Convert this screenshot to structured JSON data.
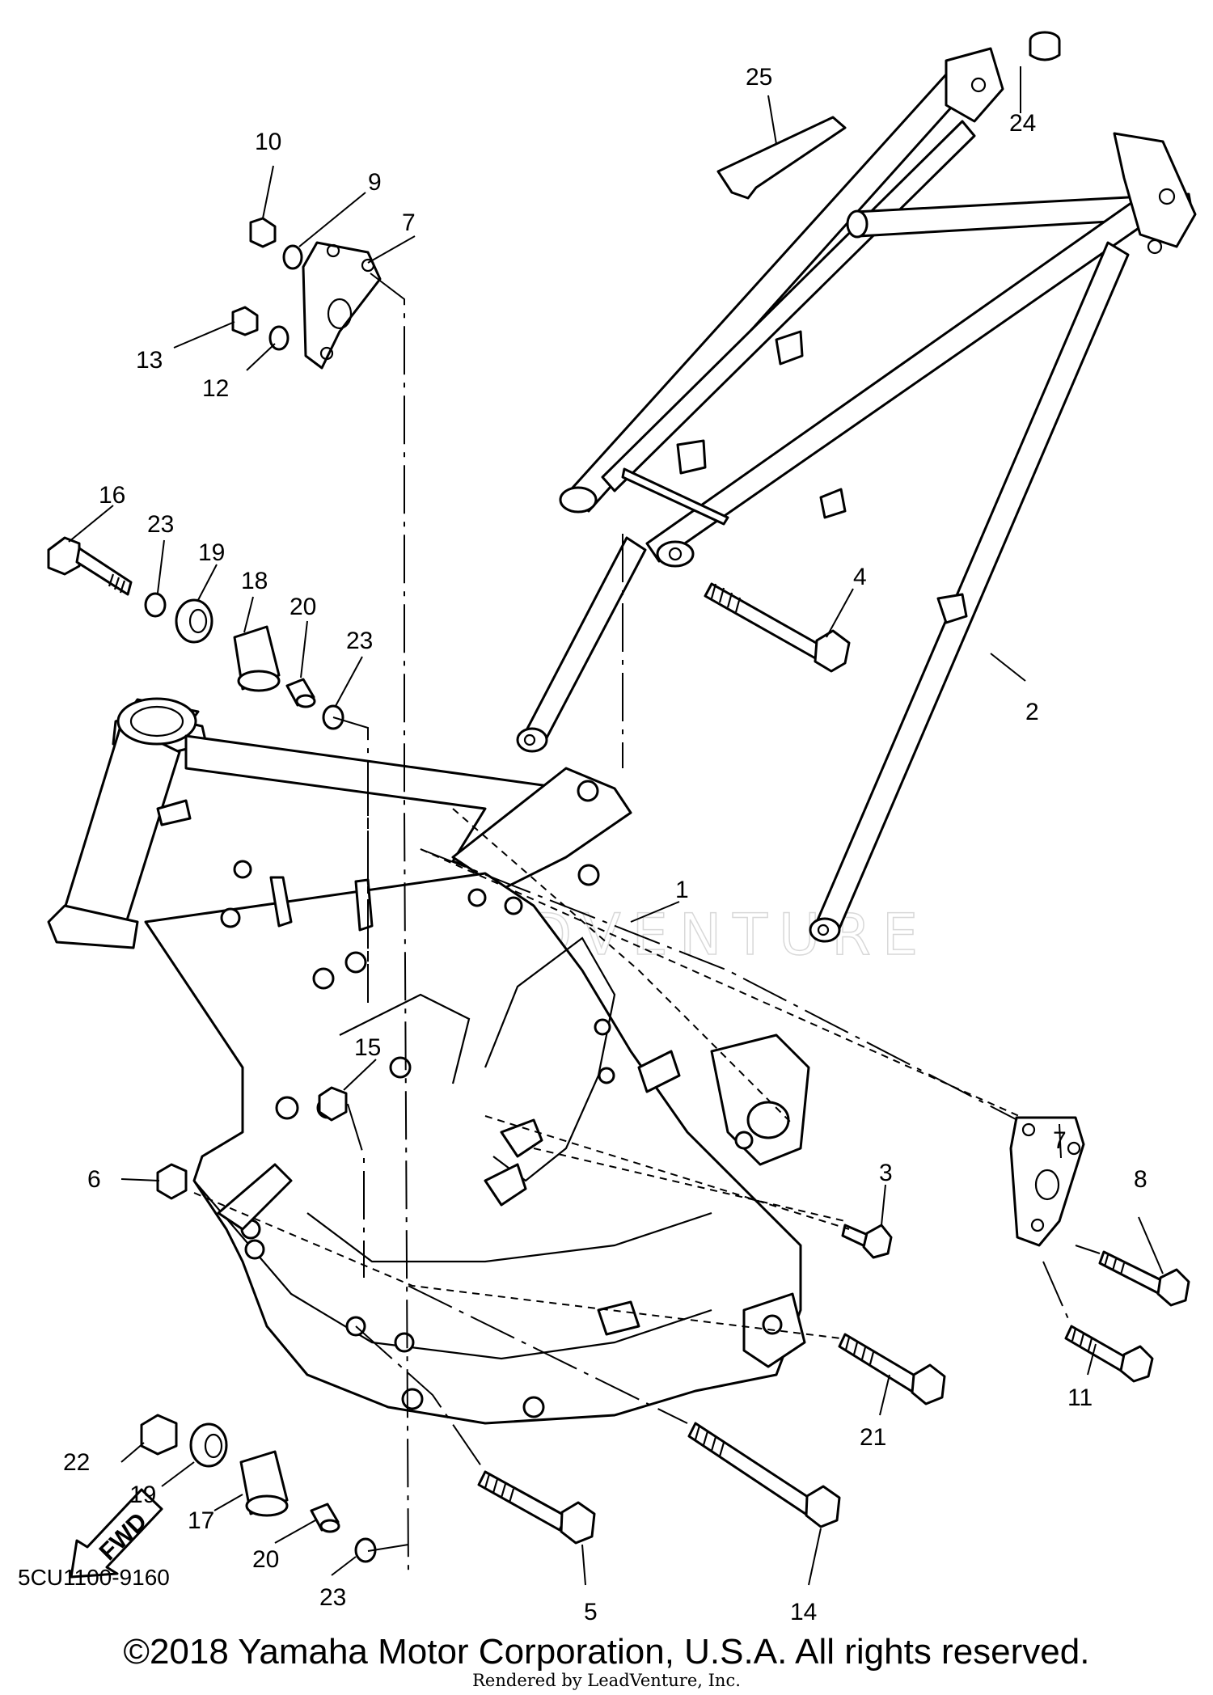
{
  "diagram_code": "5CU1100-9160",
  "copyright": "©2018 Yamaha Motor Corporation, U.S.A. All rights reserved.",
  "rendered_by": "Rendered by LeadVenture, Inc.",
  "watermark": "LEADVENTURE",
  "fwd_label": "FWD",
  "callouts": {
    "c1": "1",
    "c2": "2",
    "c3": "3",
    "c4": "4",
    "c5": "5",
    "c6": "6",
    "c7a": "7",
    "c7b": "7",
    "c8": "8",
    "c9": "9",
    "c10": "10",
    "c11": "11",
    "c12": "12",
    "c13": "13",
    "c14": "14",
    "c15": "15",
    "c16": "16",
    "c17": "17",
    "c18": "18",
    "c19a": "19",
    "c19b": "19",
    "c20a": "20",
    "c20b": "20",
    "c21": "21",
    "c22": "22",
    "c23a": "23",
    "c23b": "23",
    "c23c": "23",
    "c24": "24",
    "c25": "25"
  }
}
